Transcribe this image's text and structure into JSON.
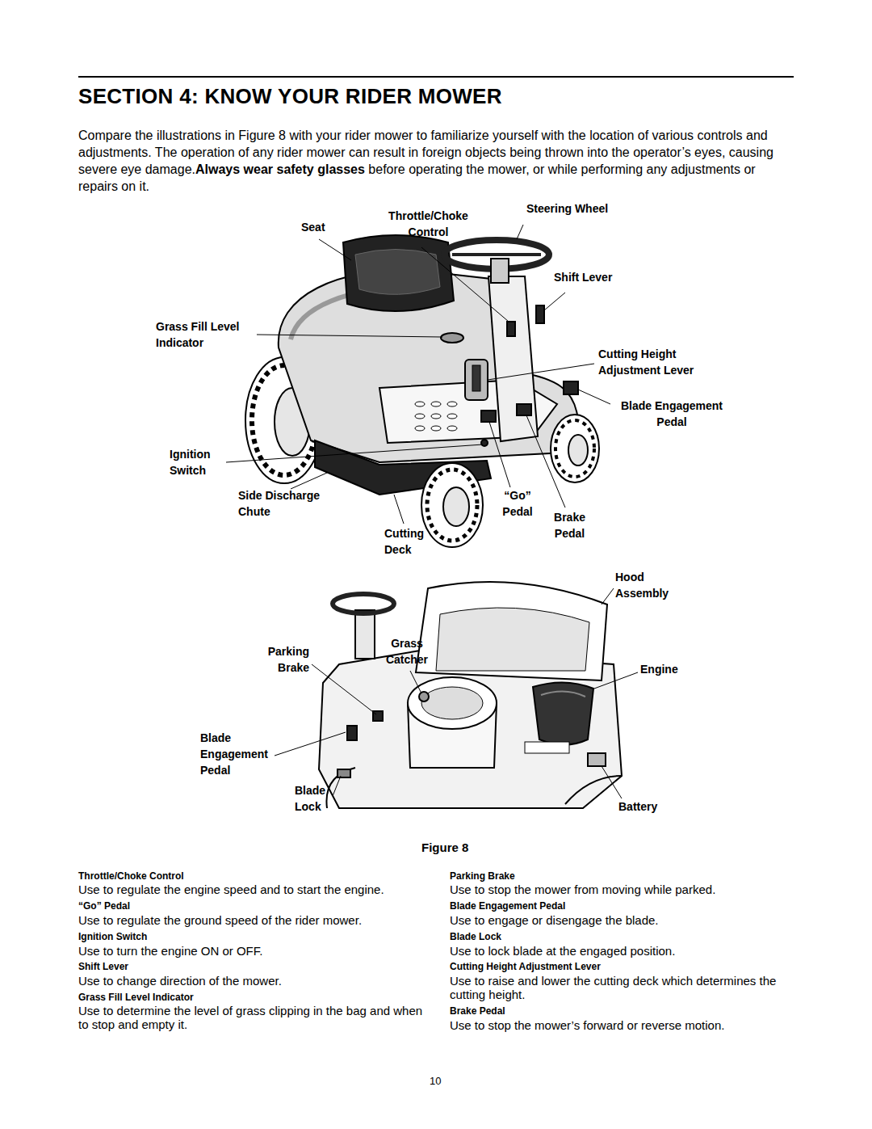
{
  "diagram": {
    "title": "SECTION 4: KNOW YOUR RIDER MOWER",
    "caption": "Figure 8",
    "labels": [
      "Compare the illustrations in Figure 8 with your rider mower to familiarize yourself with the location of various controls and adjustments. The operation of any rider mower can result in foreign objects being thrown into the operator’s eyes, causing severe eye damage.",
      "Always wear safety glasses",
      " before operating the mower, or while performing any adjustments or repairs on it.",
      "Throttle/Choke Control",
      "Seat",
      "Steering Wheel",
      "Shift Lever",
      "Grass Fill Level Indicator",
      "Cutting Height Adjustment Lever",
      "Blade Engagement Pedal",
      "Ignition Switch",
      "Side Discharge Chute",
      "“Go” Pedal",
      "Brake Pedal",
      "Cutting Deck",
      "Hood Assembly",
      "Parking Brake",
      "Grass Catcher",
      "Engine",
      "Blade Engagement Pedal",
      "Blade Lock",
      "Battery",
      "Throttle/Choke Control",
      "Use to regulate the engine speed and to start the engine.",
      "“Go” Pedal",
      "Use to regulate the ground speed of the rider mower.",
      "Ignition Switch",
      "Use to turn the engine ON or OFF.",
      "Shift Lever",
      "Use to change direction of the mower.",
      "Grass Fill Level Indicator",
      "Use to determine the level of grass clipping in the bag and when to stop and empty it.",
      "Parking Brake",
      "Use to stop the mower from moving while parked.",
      "Blade Engagement Pedal",
      "Use to engage or disengage the blade.",
      "Blade Lock",
      "Use to lock blade at the engaged position.",
      "Cutting Height Adjustment Lever",
      "Use to raise and lower the cutting deck which determines the cutting height.",
      "Brake Pedal",
      "Use to stop the mower’s forward or reverse motion.",
      "10"
    ]
  }
}
